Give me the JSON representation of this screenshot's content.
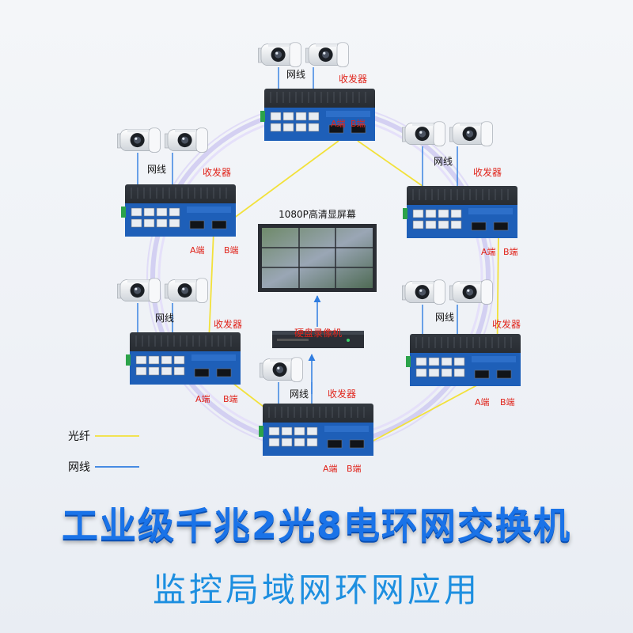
{
  "colors": {
    "fiber": "#f2e13a",
    "cable": "#2f7de0",
    "label_red": "#e0241b",
    "title_blue": "#1a73e8",
    "ring": "#c9c4f0"
  },
  "labels": {
    "network_cable": "网线",
    "transceiver": "收发器",
    "port_a": "A端",
    "port_b": "B端",
    "screen_caption": "1080P高清显屏幕",
    "nvr_caption": "硬盘录像机"
  },
  "legend": {
    "fiber": "光纤",
    "cable": "网线"
  },
  "title": "工业级千兆2光8电环网交换机",
  "subtitle": "监控局域网环网应用"
}
